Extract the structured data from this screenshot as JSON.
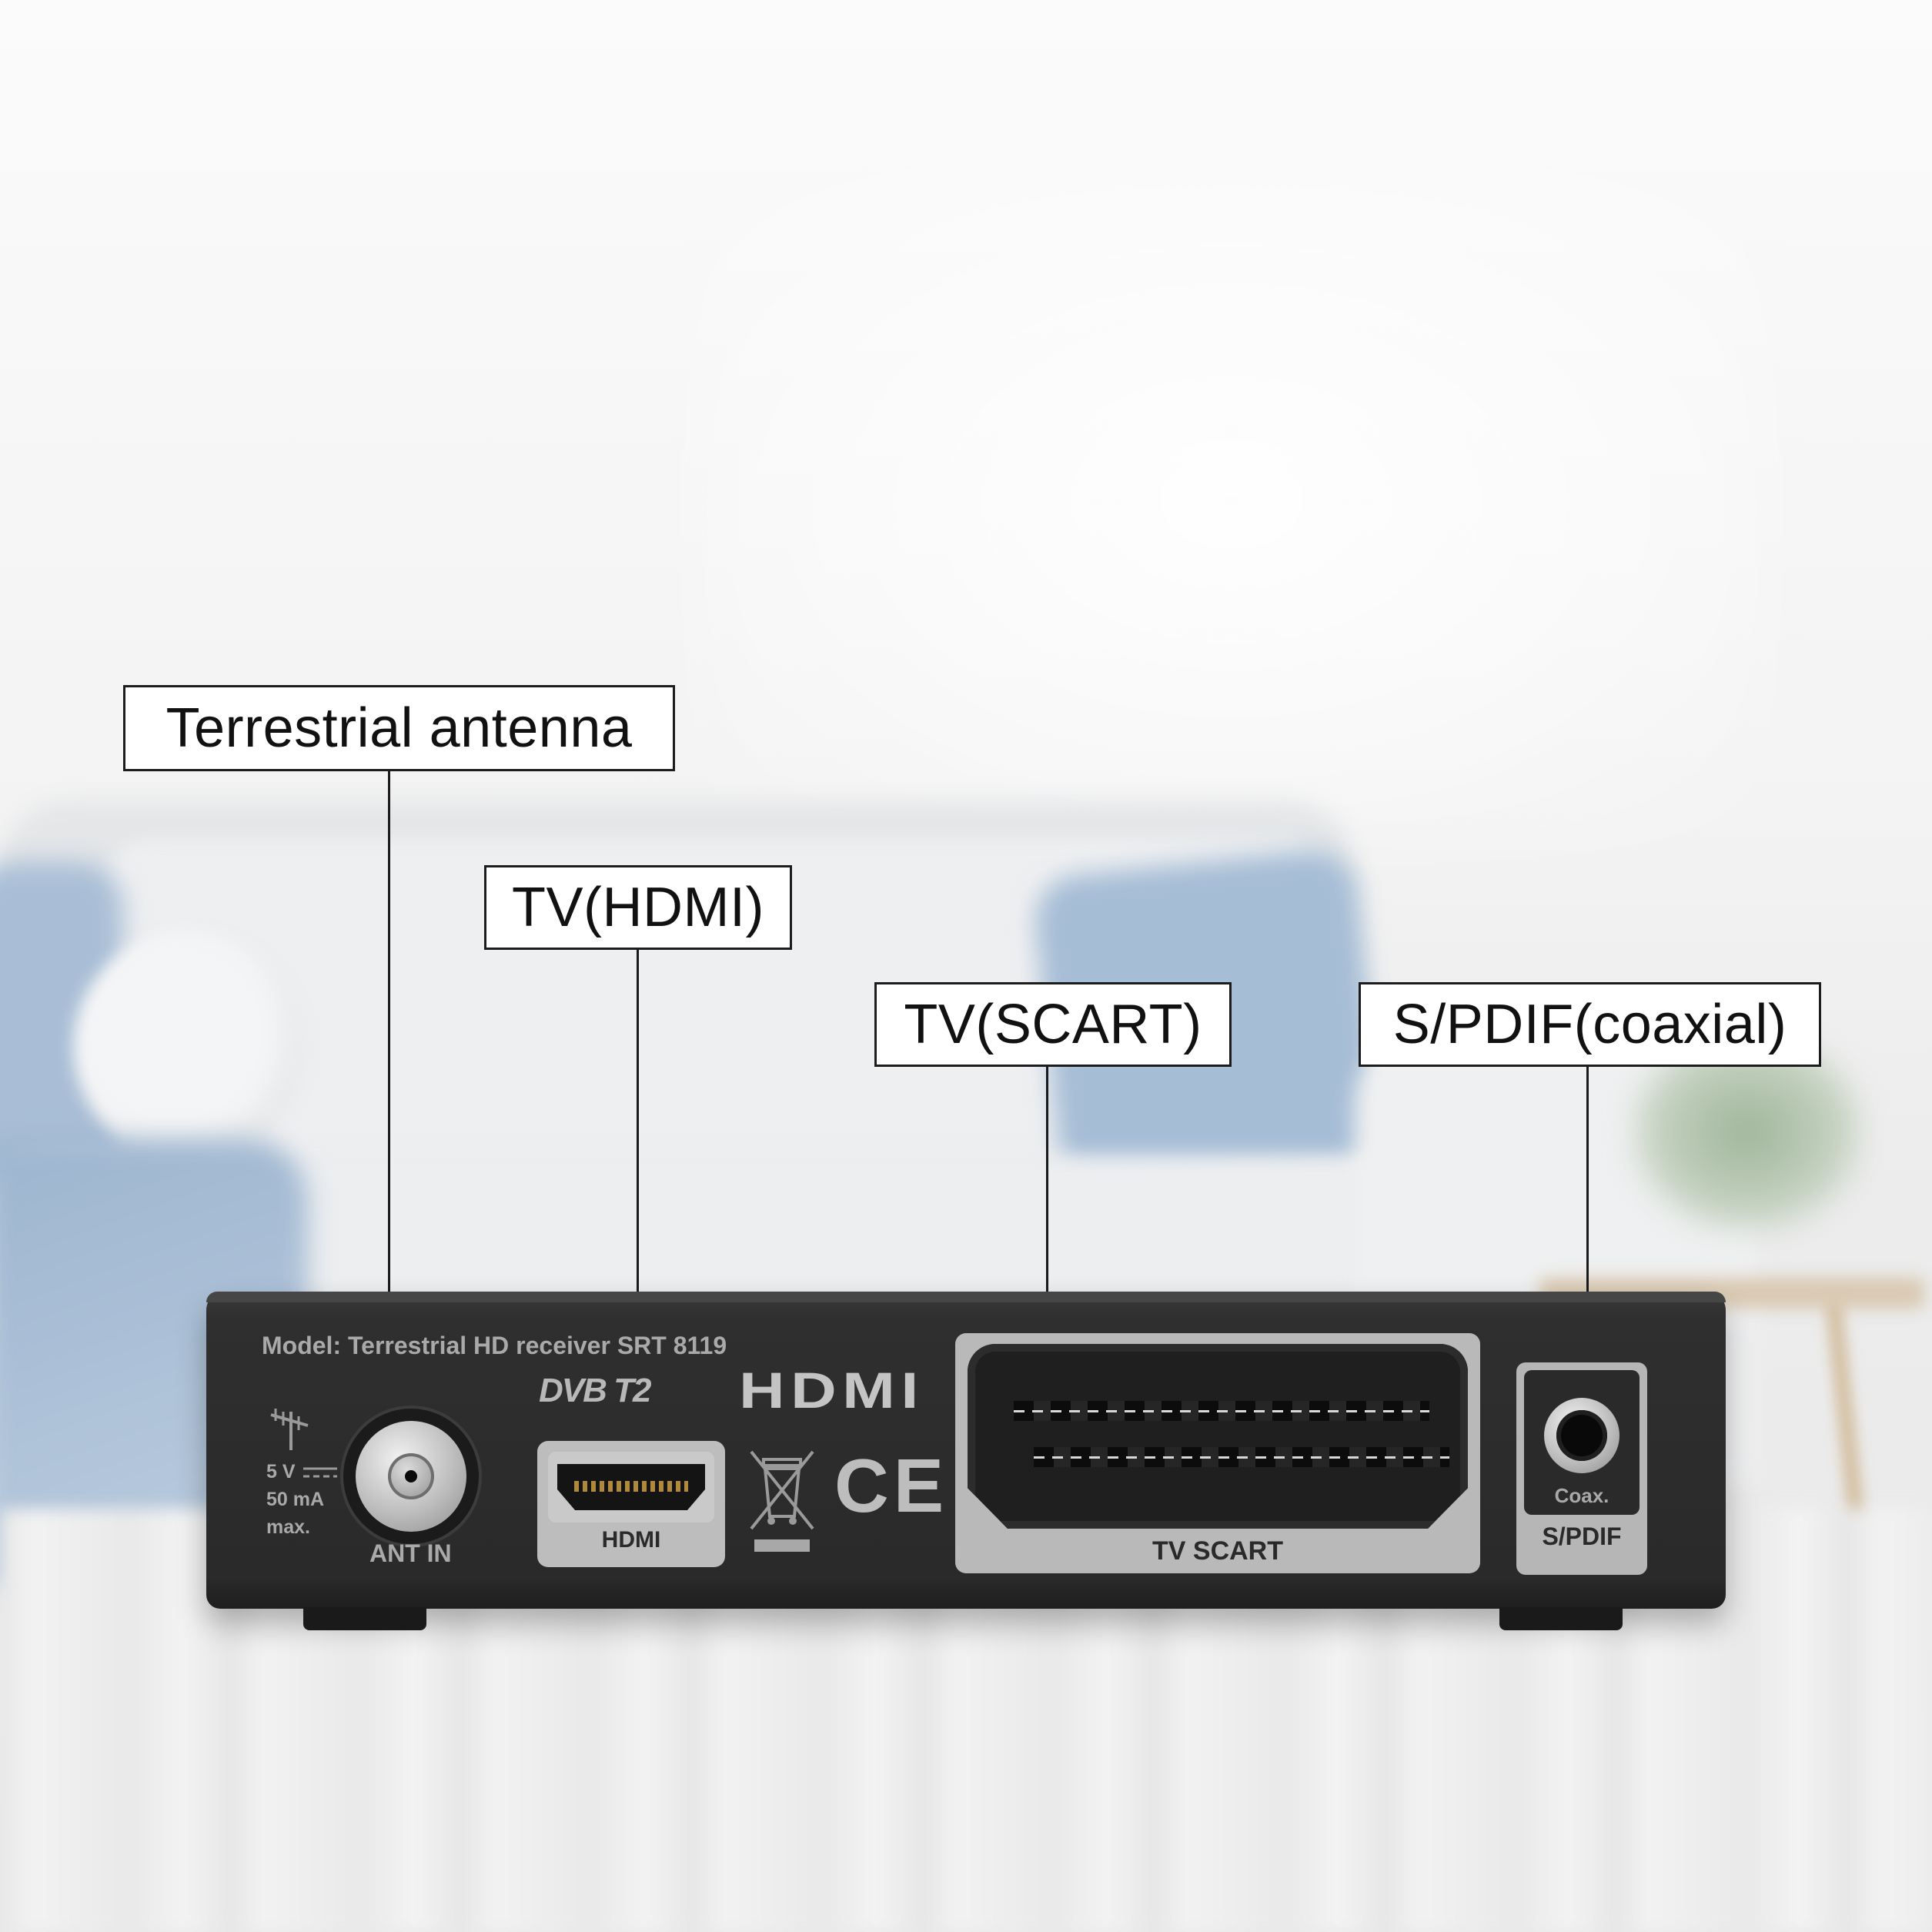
{
  "callouts": {
    "antenna": "Terrestrial antenna",
    "hdmi": "TV(HDMI)",
    "scart": "TV(SCART)",
    "spdif": "S/PDIF(coaxial)"
  },
  "device": {
    "model_text": "Model: Terrestrial HD receiver SRT 8119",
    "dvb_logo": "DVB T2",
    "hdmi_logo": "HDMI",
    "ce_mark": "CE",
    "power_spec": [
      "5 V",
      "50 mA",
      "max."
    ],
    "ports": {
      "ant_in": "ANT IN",
      "hdmi": "HDMI",
      "tv_scart": "TV SCART",
      "coax": "Coax.",
      "spdif": "S/PDIF"
    }
  },
  "colors": {
    "device_body": "#2b2b2b",
    "label_plate": "#b9b9b9",
    "callout_border": "#1c1c1c",
    "sofa_pillow": "#a9bed6"
  }
}
